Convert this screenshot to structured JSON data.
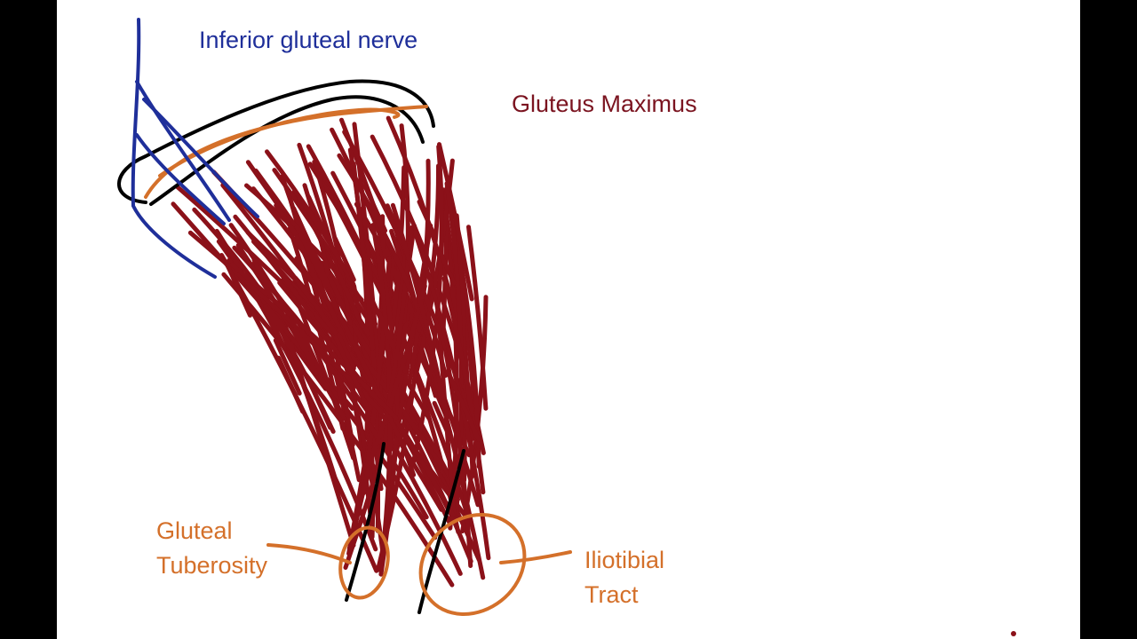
{
  "labels": {
    "inferior_gluteal_nerve": "Inferior gluteal nerve",
    "gluteus_maximus": "Gluteus Maximus",
    "gluteal_tuberosity_line1": "Gluteal",
    "gluteal_tuberosity_line2": "Tuberosity",
    "iliotibial_tract_line1": "Iliotibial",
    "iliotibial_tract_line2": "Tract"
  },
  "colors": {
    "nerve": "#1f2f9a",
    "muscle": "#8b1119",
    "muscle_label": "#7b1420",
    "attachment": "#d4702a",
    "outline": "#000000",
    "canvas": "#ffffff",
    "letterbox": "#000000"
  }
}
